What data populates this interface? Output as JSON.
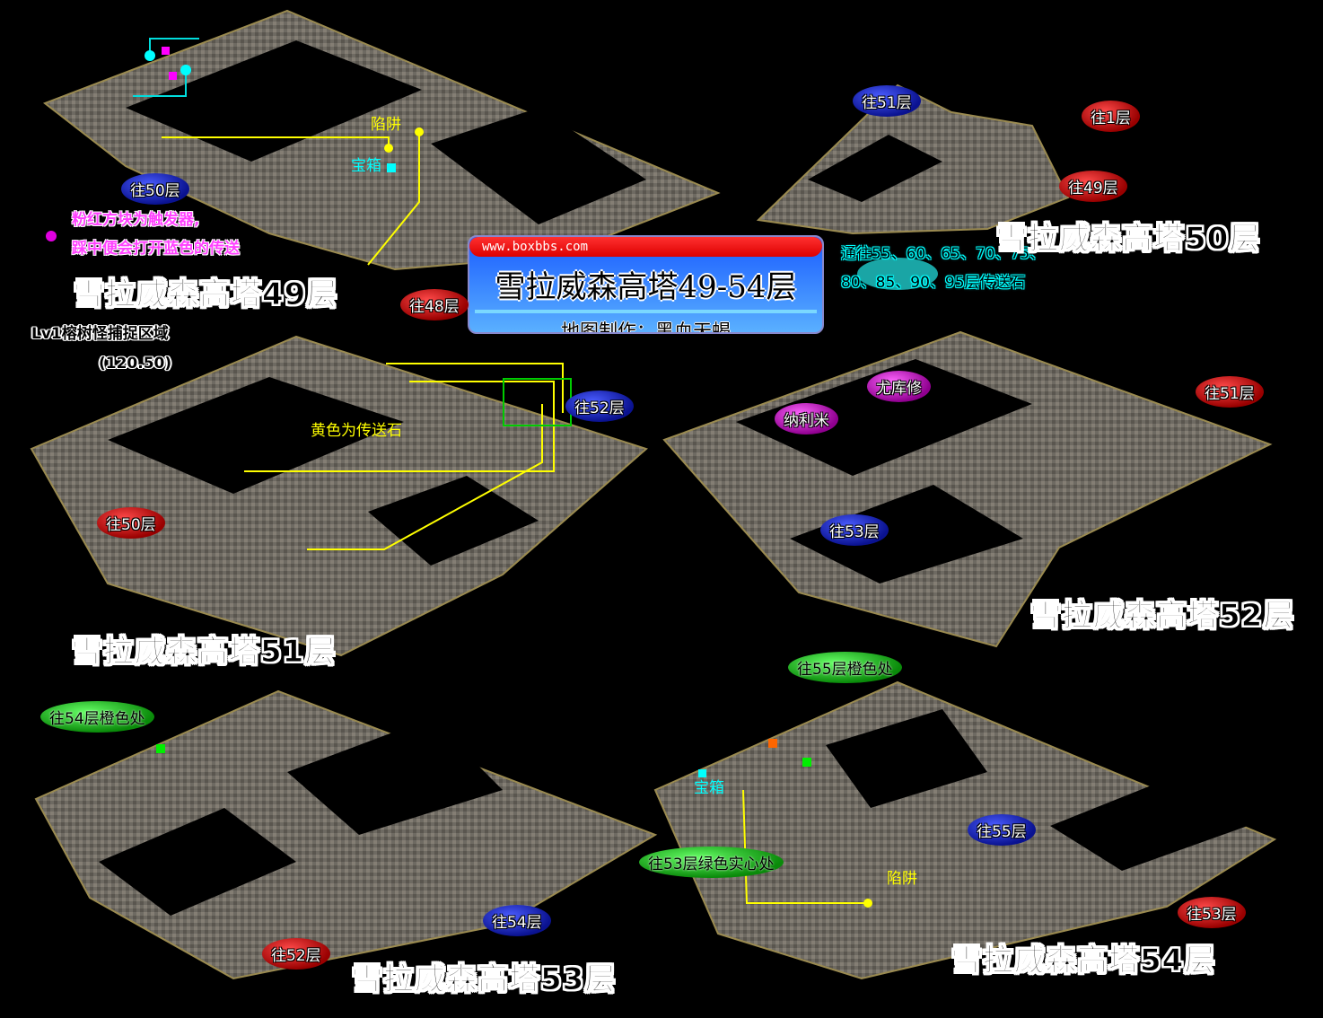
{
  "banner": {
    "url": "www.boxbbs.com",
    "title": "雪拉威森高塔49-54层",
    "credit": "地图制作：黑血天蝎"
  },
  "floor49": {
    "title": "雪拉威森高塔49层",
    "trap": "陷阱",
    "chest": "宝箱",
    "to50": "往50层",
    "to48": "往48层",
    "note1": "粉红方块为触发器,",
    "note2": "踩中便会打开蓝色的传送"
  },
  "floor50": {
    "title": "雪拉威森高塔50层",
    "to51": "往51层",
    "to1": "往1层",
    "to49": "往49层",
    "portal1": "通往55、60、65、70、75、",
    "portal2": "80、85、90、95层传送石"
  },
  "floor51": {
    "title": "雪拉威森高塔51层",
    "capture": "Lv1榕树怪捕捉区域",
    "coords": "(120.50)",
    "to52": "往52层",
    "yellow_note": "黄色为传送石",
    "to50": "往50层"
  },
  "floor52": {
    "title": "雪拉威森高塔52层",
    "npc1": "尤库修",
    "npc2": "纳利米",
    "to51": "往51层",
    "to53": "往53层"
  },
  "floor53": {
    "title": "雪拉威森高塔53层",
    "to54_orange": "往54层橙色处",
    "to54": "往54层",
    "to52": "往52层"
  },
  "floor54": {
    "title": "雪拉威森高塔54层",
    "to55_orange": "往55层橙色处",
    "chest": "宝箱",
    "to53_green": "往53层绿色实心处",
    "trap": "陷阱",
    "to55": "往55层",
    "to53": "往53层"
  },
  "colors": {
    "trap_line": "#ffff00",
    "portal_line": "#00e0e0",
    "stone": "#6e6a62"
  }
}
